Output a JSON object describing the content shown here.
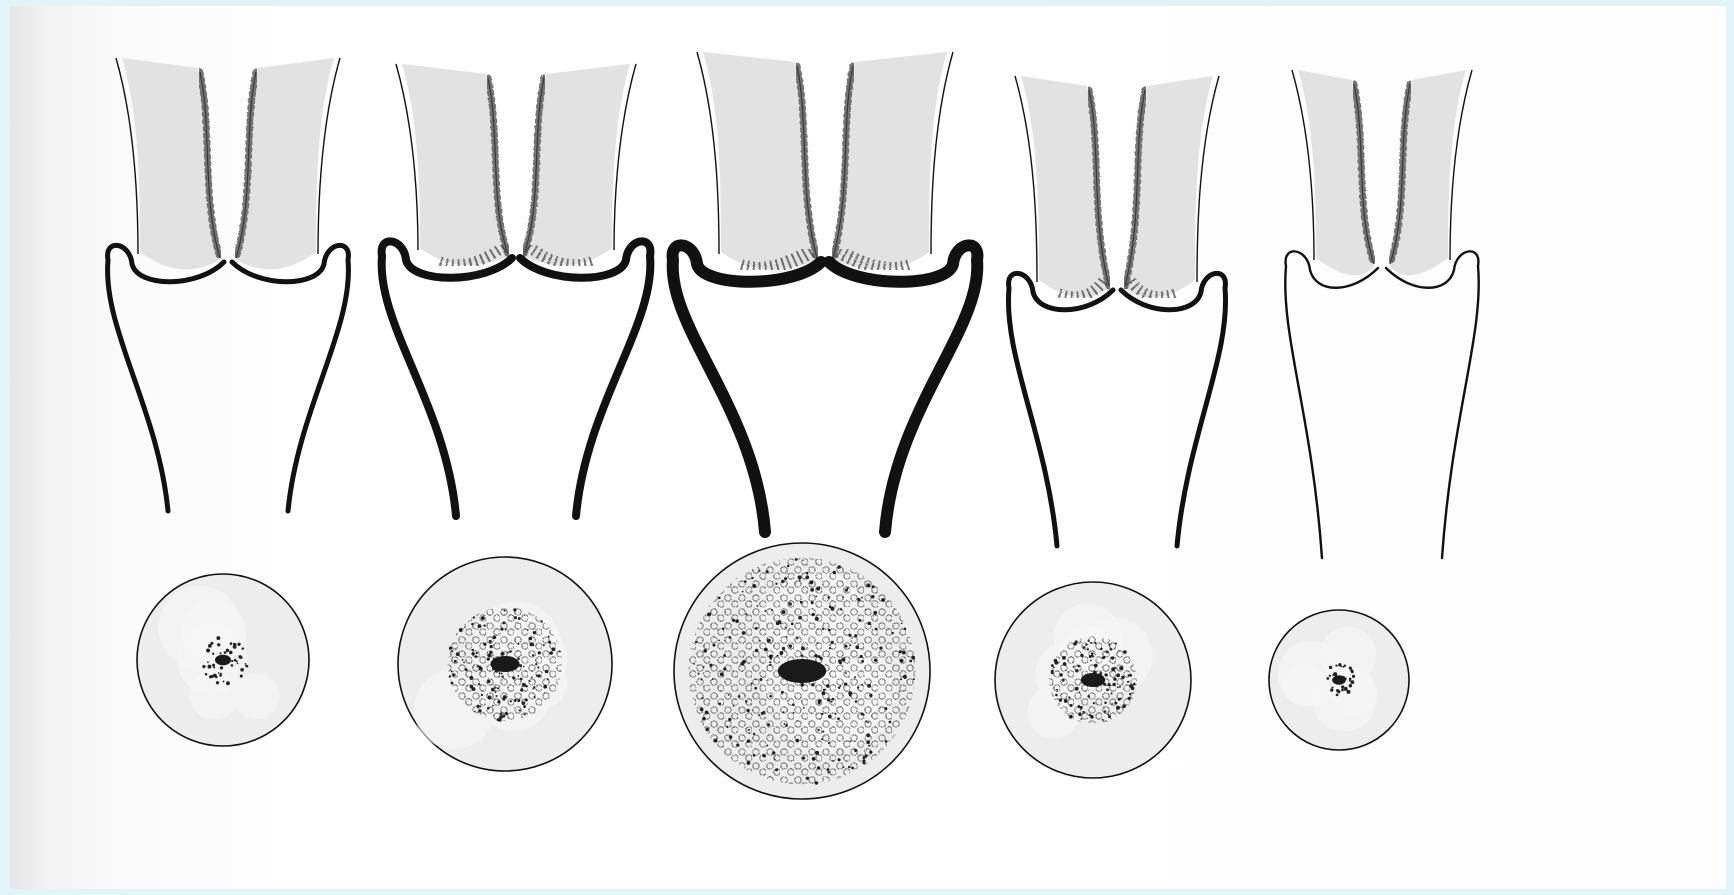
{
  "figure": {
    "panel_count": 5,
    "colors": {
      "background": "#e3f4f8",
      "paper": "#fdfdfd",
      "ink": "#111111",
      "glandular_tissue": "#e2e2e2",
      "ovum_fill": "#ededed"
    },
    "panels": [
      {
        "label": "",
        "wall": "thick",
        "ovum": "small"
      },
      {
        "label": "",
        "wall": "thicker",
        "ovum": "medium"
      },
      {
        "label": "",
        "wall": "thickest",
        "ovum": "large"
      },
      {
        "label": "",
        "wall": "thick",
        "ovum": "medium"
      },
      {
        "label": "",
        "wall": "thin",
        "ovum": "small"
      }
    ]
  }
}
